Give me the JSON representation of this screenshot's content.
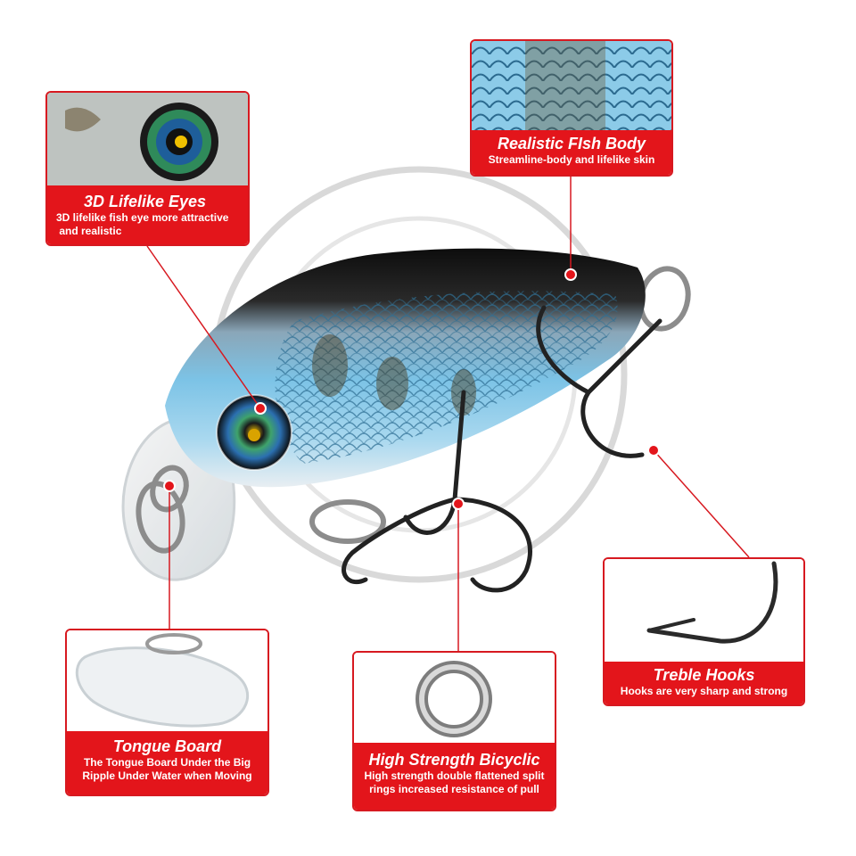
{
  "callouts": {
    "eyes": {
      "title": "3D Lifelike  Eyes",
      "line1": "3D lifelike fish eye more attractive",
      "line2": " and realistic"
    },
    "body": {
      "title": "Realistic FIsh Body",
      "line1": "Streamline-body and lifelike skin"
    },
    "tongue": {
      "title": "Tongue Board",
      "line1": "The Tongue Board Under the Big",
      "line2": "Ripple Under Water when Moving"
    },
    "ring": {
      "title": "High Strength Bicyclic",
      "line1": "High strength double flattened split",
      "line2": "rings increased resistance of pull"
    },
    "hooks": {
      "title": "Treble Hooks",
      "line1": "Hooks are very sharp and strong"
    }
  },
  "colors": {
    "accent": "#e3151b",
    "border": "#d71920",
    "lure_scales": "#7fc6e8",
    "lure_back": "#141414"
  },
  "icons": [
    "eye-closeup",
    "scale-closeup",
    "tongue-board-closeup",
    "split-ring-icon",
    "treble-hook-icon",
    "fishing-lure-image"
  ]
}
